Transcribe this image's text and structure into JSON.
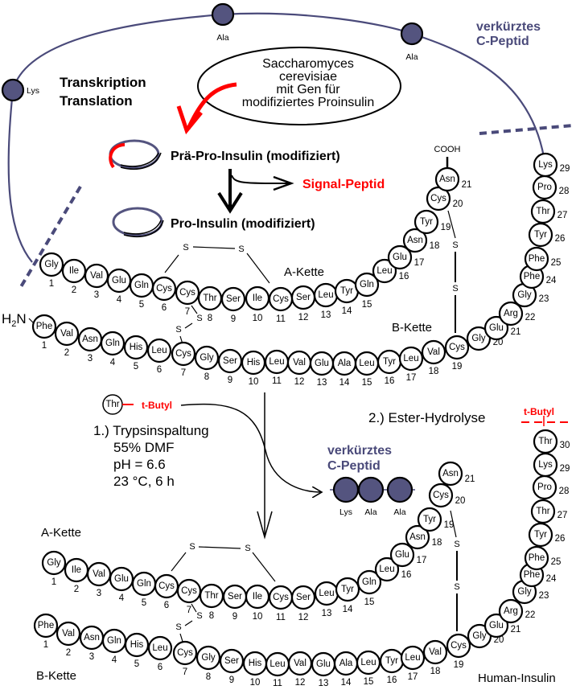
{
  "colors": {
    "residue_fill": "#ffffff",
    "c_peptide_fill": "#54547f",
    "c_peptide_line": "#4a4a7a",
    "signal_red": "#ff0000",
    "text": "#000000"
  },
  "top": {
    "process_label_1": "Transkription",
    "process_label_2": "Translation",
    "yeast_ellipse": [
      "Saccharomyces",
      "cerevisiae",
      "mit Gen für",
      "modifiziertes  Proinsulin"
    ],
    "pre_pro_insulin": "Prä-Pro-Insulin (modifiziert)",
    "signal_peptide": "Signal-Peptid",
    "pro_insulin": "Pro-Insulin (modifiziert)",
    "short_c_peptide": [
      "verkürztes",
      "C-Peptid"
    ],
    "c_peptide_loop_residues": [
      "Lys",
      "Ala",
      "Ala"
    ],
    "cooh": "COOH",
    "h2n": "H2N",
    "a_chain_label": "A-Kette",
    "b_chain_label": "B-Kette",
    "disulfide": "S"
  },
  "a_chain": {
    "residues": [
      "Gly",
      "Ile",
      "Val",
      "Glu",
      "Gln",
      "Cys",
      "Cys",
      "Thr",
      "Ser",
      "Ile",
      "Cys",
      "Ser",
      "Leu",
      "Tyr",
      "Gln",
      "Leu",
      "Glu",
      "Asn",
      "Tyr",
      "Cys",
      "Asn"
    ],
    "numbers": [
      "1",
      "2",
      "3",
      "4",
      "5",
      "6",
      "7",
      "8",
      "9",
      "10",
      "11",
      "12",
      "13",
      "14",
      "15",
      "16",
      "17",
      "18",
      "19",
      "20",
      "21"
    ]
  },
  "b_chain_top": {
    "residues": [
      "Phe",
      "Val",
      "Asn",
      "Gln",
      "His",
      "Leu",
      "Cys",
      "Gly",
      "Ser",
      "His",
      "Leu",
      "Val",
      "Glu",
      "Ala",
      "Leu",
      "Tyr",
      "Leu",
      "Val",
      "Cys",
      "Gly",
      "Glu",
      "Arg",
      "Gly",
      "Phe",
      "Phe",
      "Tyr",
      "Thr",
      "Pro",
      "Lys"
    ],
    "numbers": [
      "1",
      "2",
      "3",
      "4",
      "5",
      "6",
      "7",
      "8",
      "9",
      "10",
      "11",
      "12",
      "13",
      "14",
      "15",
      "16",
      "17",
      "18",
      "19",
      "20",
      "21",
      "22",
      "23",
      "24",
      "25",
      "26",
      "27",
      "28",
      "29"
    ]
  },
  "b_chain_bottom": {
    "residues": [
      "Phe",
      "Val",
      "Asn",
      "Gln",
      "His",
      "Leu",
      "Cys",
      "Gly",
      "Ser",
      "His",
      "Leu",
      "Val",
      "Glu",
      "Ala",
      "Leu",
      "Tyr",
      "Leu",
      "Val",
      "Cys",
      "Gly",
      "Glu",
      "Arg",
      "Gly",
      "Phe",
      "Phe",
      "Tyr",
      "Thr",
      "Pro",
      "Lys",
      "Thr"
    ],
    "numbers": [
      "1",
      "2",
      "3",
      "4",
      "5",
      "6",
      "7",
      "8",
      "9",
      "10",
      "11",
      "12",
      "13",
      "14",
      "15",
      "16",
      "17",
      "18",
      "19",
      "20",
      "21",
      "22",
      "23",
      "24",
      "25",
      "26",
      "27",
      "28",
      "29",
      "30"
    ]
  },
  "middle": {
    "thr_residue": "Thr",
    "t_butyl": "t-Butyl",
    "step1": [
      "1.) Trypsinspaltung",
      "55% DMF",
      "pH = 6.6",
      "23 °C, 6 h"
    ],
    "step2": "2.) Ester-Hydrolyse",
    "short_c_peptide": [
      "verkürztes",
      "C-Peptid"
    ],
    "c_peptide_residues": [
      "Lys",
      "Ala",
      "Ala"
    ],
    "t_butyl_right": "t-Butyl"
  },
  "bottom": {
    "a_chain_label": "A-Kette",
    "b_chain_label": "B-Kette",
    "product_label": "Human-Insulin"
  }
}
